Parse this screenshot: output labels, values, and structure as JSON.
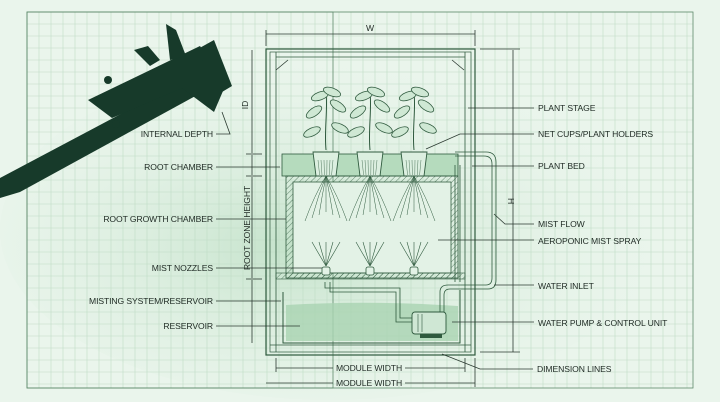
{
  "title_dims": {
    "width_label": "W",
    "height_label": "H",
    "internal_depth_abbrev": "ID",
    "root_zone_height": "ROOT ZONE HEIGHT"
  },
  "left_labels": [
    "INTERNAL DEPTH",
    "ROOT CHAMBER",
    "ROOT GROWTH CHAMBER",
    "MIST NOZZLES",
    "MISTING SYSTEM/RESERVOIR",
    "RESERVOIR"
  ],
  "right_labels": [
    "PLANT STAGE",
    "NET CUPS/PLANT HOLDERS",
    "PLANT BED",
    "MIST FLOW",
    "AEROPONIC MIST SPRAY",
    "WATER INLET",
    "WATER PUMP & CONTROL UNIT",
    "DIMENSION LINES"
  ],
  "bottom_labels": [
    "MODULE WIDTH",
    "MODULE WIDTH"
  ],
  "icons": {
    "tool": "caliper-icon"
  },
  "colors": {
    "background": "#eaf5ec",
    "grid": "#bfdcc5",
    "frame": "#2f5a3e",
    "caliper": "#173a2a",
    "water": "#a9d3b2"
  }
}
